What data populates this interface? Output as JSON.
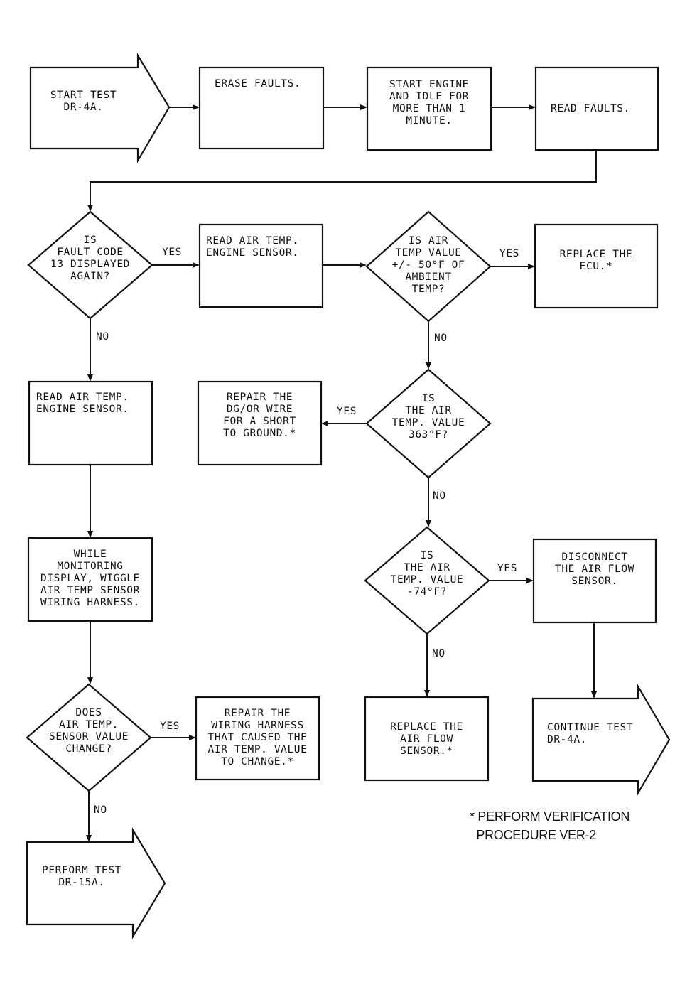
{
  "nodes": {
    "start_test": "START TEST\nDR-4A.",
    "erase_faults": "ERASE FAULTS.",
    "start_engine": "START ENGINE\nAND IDLE FOR\nMORE THAN 1\nMINUTE.",
    "read_faults": "READ FAULTS.",
    "is_fault_13": "IS\nFAULT CODE\n13 DISPLAYED\nAGAIN?",
    "read_air_temp_1": "READ AIR TEMP.\nENGINE SENSOR.",
    "is_air_temp_ambient": "IS AIR\nTEMP VALUE\n+/- 50°F OF\nAMBIENT\nTEMP?",
    "replace_ecu": "REPLACE THE\nECU.*",
    "read_air_temp_2": "READ AIR TEMP.\nENGINE SENSOR.",
    "repair_short": "REPAIR THE\nDG/OR WIRE\nFOR A SHORT\nTO GROUND.*",
    "is_363": "IS\nTHE AIR\nTEMP. VALUE\n363°F?",
    "wiggle": "WHILE\nMONITORING\nDISPLAY, WIGGLE\nAIR TEMP SENSOR\nWIRING HARNESS.",
    "is_minus_74": "IS\nTHE AIR\nTEMP. VALUE\n-74°F?",
    "disconnect": "DISCONNECT\nTHE AIR FLOW\nSENSOR.",
    "does_change": "DOES\nAIR TEMP.\nSENSOR VALUE\nCHANGE?",
    "repair_harness": "REPAIR THE\nWIRING HARNESS\nTHAT CAUSED THE\nAIR TEMP. VALUE\nTO CHANGE.*",
    "replace_airflow": "REPLACE THE\nAIR FLOW\nSENSOR.*",
    "continue_test": "CONTINUE TEST\nDR-4A.",
    "perform_test": "PERFORM TEST\nDR-15A."
  },
  "edge_labels": {
    "yes_1": "YES",
    "no_1": "NO",
    "yes_2": "YES",
    "no_2": "NO",
    "yes_3": "YES",
    "no_3": "NO",
    "yes_4": "YES",
    "no_4": "NO",
    "yes_5": "YES",
    "no_5": "NO"
  },
  "footnote": "* PERFORM VERIFICATION\n  PROCEDURE VER-2"
}
